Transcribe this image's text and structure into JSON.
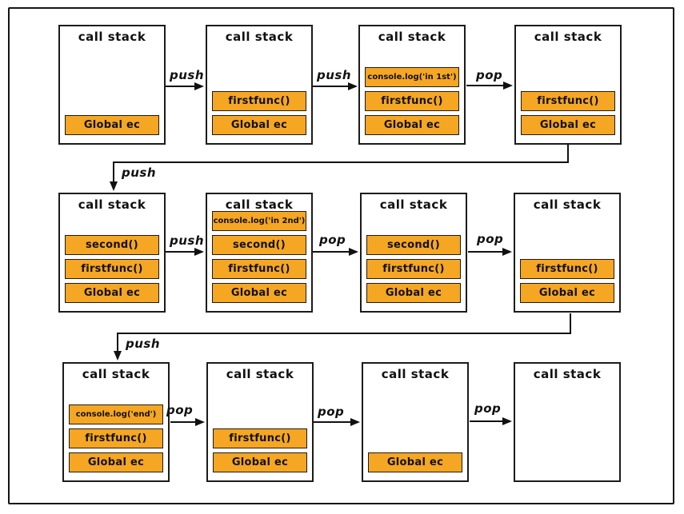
{
  "diagram": {
    "title_label": "call stack",
    "colors": {
      "frame_fill": "#f5a623",
      "stroke": "#1b1b1b"
    },
    "stacks": [
      {
        "frames": [
          "Global ec"
        ]
      },
      {
        "frames": [
          "firstfunc()",
          "Global ec"
        ]
      },
      {
        "frames": [
          "console.log('in 1st')",
          "firstfunc()",
          "Global ec"
        ]
      },
      {
        "frames": [
          "firstfunc()",
          "Global ec"
        ]
      },
      {
        "frames": [
          "second()",
          "firstfunc()",
          "Global ec"
        ]
      },
      {
        "frames": [
          "console.log('in 2nd')",
          "second()",
          "firstfunc()",
          "Global ec"
        ]
      },
      {
        "frames": [
          "second()",
          "firstfunc()",
          "Global ec"
        ]
      },
      {
        "frames": [
          "firstfunc()",
          "Global ec"
        ]
      },
      {
        "frames": [
          "console.log('end')",
          "firstfunc()",
          "Global ec"
        ]
      },
      {
        "frames": [
          "firstfunc()",
          "Global ec"
        ]
      },
      {
        "frames": [
          "Global ec"
        ]
      },
      {
        "frames": []
      }
    ],
    "arrows": [
      {
        "label": "push"
      },
      {
        "label": "push"
      },
      {
        "label": "pop"
      },
      {
        "label": "push"
      },
      {
        "label": "push"
      },
      {
        "label": "pop"
      },
      {
        "label": "pop"
      },
      {
        "label": "push"
      },
      {
        "label": "pop"
      },
      {
        "label": "pop"
      },
      {
        "label": "pop"
      }
    ]
  }
}
